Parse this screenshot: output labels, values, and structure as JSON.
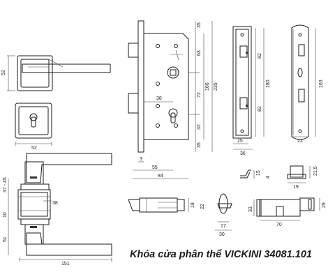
{
  "caption": "Khóa cửa phân thể VICKINI 34081.101",
  "dims": {
    "rose_h": "52",
    "rose_w": "52",
    "handle_h51": "51",
    "handle_r1": "10",
    "handle_r2": "37 - 45",
    "handle_r3": "38",
    "handle_w": "151",
    "body_d1": "35",
    "body_d2": "63",
    "body_d3": "72",
    "body_d4": "166",
    "body_d5": "235",
    "body_d6": "32",
    "body_d7": "35",
    "body_w38": "38",
    "body_w3": "3",
    "body_w55": "55",
    "body_w84": "84",
    "face_82a": "82",
    "face_82b": "82",
    "face_180": "180",
    "face_25": "25",
    "face_36": "36",
    "plate_163": "163",
    "plate_22": "22",
    "clip_15": "15",
    "clip_4": "4",
    "strike_215": "21,5",
    "strike_19": "19",
    "latch_18": "18",
    "latch_22": "22",
    "cam_17": "17",
    "cam_30": "30",
    "cyl_33": "33",
    "cyl_29": "29",
    "cyl_70": "70"
  }
}
